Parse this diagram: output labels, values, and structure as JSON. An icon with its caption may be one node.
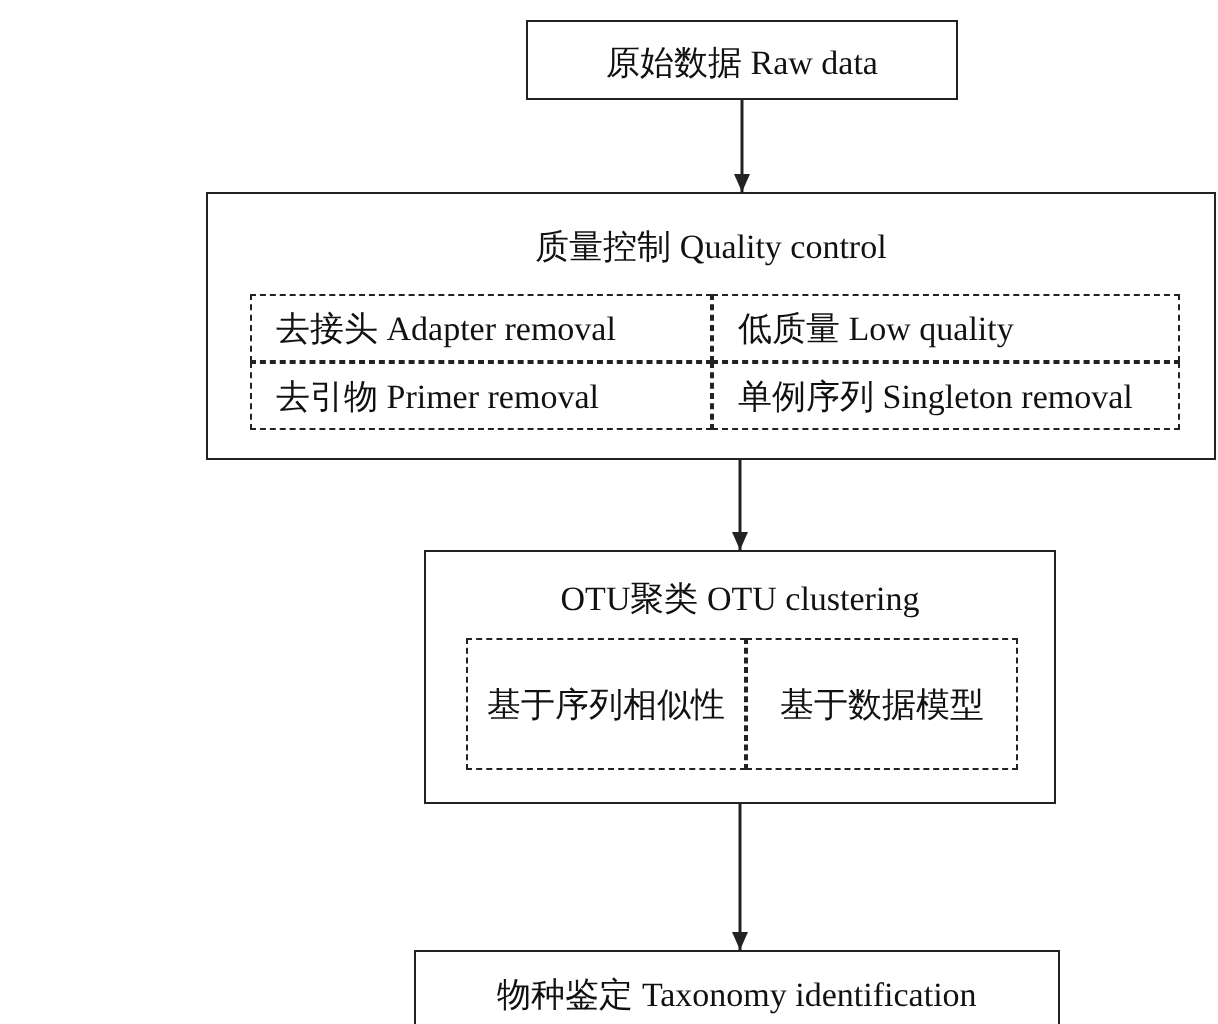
{
  "diagram": {
    "nodes": [
      {
        "text": [
          "原始数据 Raw data"
        ]
      },
      {
        "text": [
          "质量控制 Quality control"
        ]
      },
      {
        "text": [
          "去接头 Adapter removal"
        ],
        "in": 1
      },
      {
        "text": [
          "低质量 Low quality"
        ],
        "in": 1
      },
      {
        "text": [
          "去引物 Primer removal"
        ],
        "in": 1
      },
      {
        "text": [
          "单例序列 Singleton removal"
        ],
        "in": 1
      },
      {
        "text": [
          "OTU聚类 OTU clustering"
        ]
      },
      {
        "text": [
          "基于序列相似性"
        ],
        "in": 6
      },
      {
        "text": [
          "基于数据模型"
        ],
        "in": 6
      },
      {
        "text": [
          "物种鉴定 Taxonomy identification"
        ]
      }
    ],
    "edges": [
      {
        "from": 0,
        "to": 1,
        "arrow": "to"
      },
      {
        "from": 1,
        "to": 6,
        "arrow": "to"
      },
      {
        "from": 6,
        "to": 9,
        "arrow": "to"
      }
    ]
  }
}
